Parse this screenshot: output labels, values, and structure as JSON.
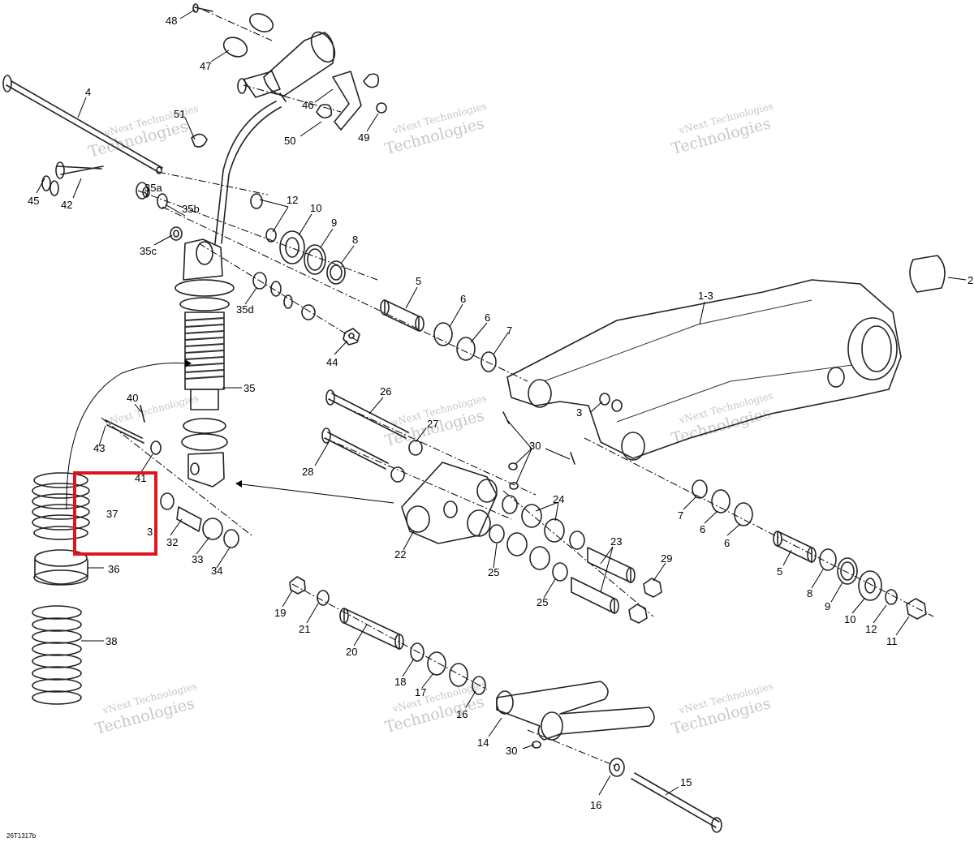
{
  "diagram": {
    "drawing_code": "26T1317b",
    "watermark": {
      "line1": "vNext Technologies",
      "line2": "vNext",
      "line3": "Technologies"
    },
    "highlight_label": "37",
    "callouts": [
      "48",
      "47",
      "46",
      "49",
      "50",
      "51",
      "4",
      "42",
      "45",
      "35a",
      "35b",
      "35c",
      "12",
      "10",
      "9",
      "8",
      "35d",
      "44",
      "5",
      "6",
      "6",
      "7",
      "1-3",
      "2",
      "35",
      "40",
      "43",
      "41",
      "37",
      "3",
      "32",
      "33",
      "34",
      "36",
      "38",
      "26",
      "27",
      "28",
      "30",
      "3",
      "24",
      "22",
      "25",
      "25",
      "23",
      "29",
      "7",
      "6",
      "6",
      "5",
      "8",
      "9",
      "10",
      "12",
      "11",
      "19",
      "21",
      "20",
      "18",
      "17",
      "16",
      "14",
      "30",
      "16",
      "15"
    ]
  }
}
